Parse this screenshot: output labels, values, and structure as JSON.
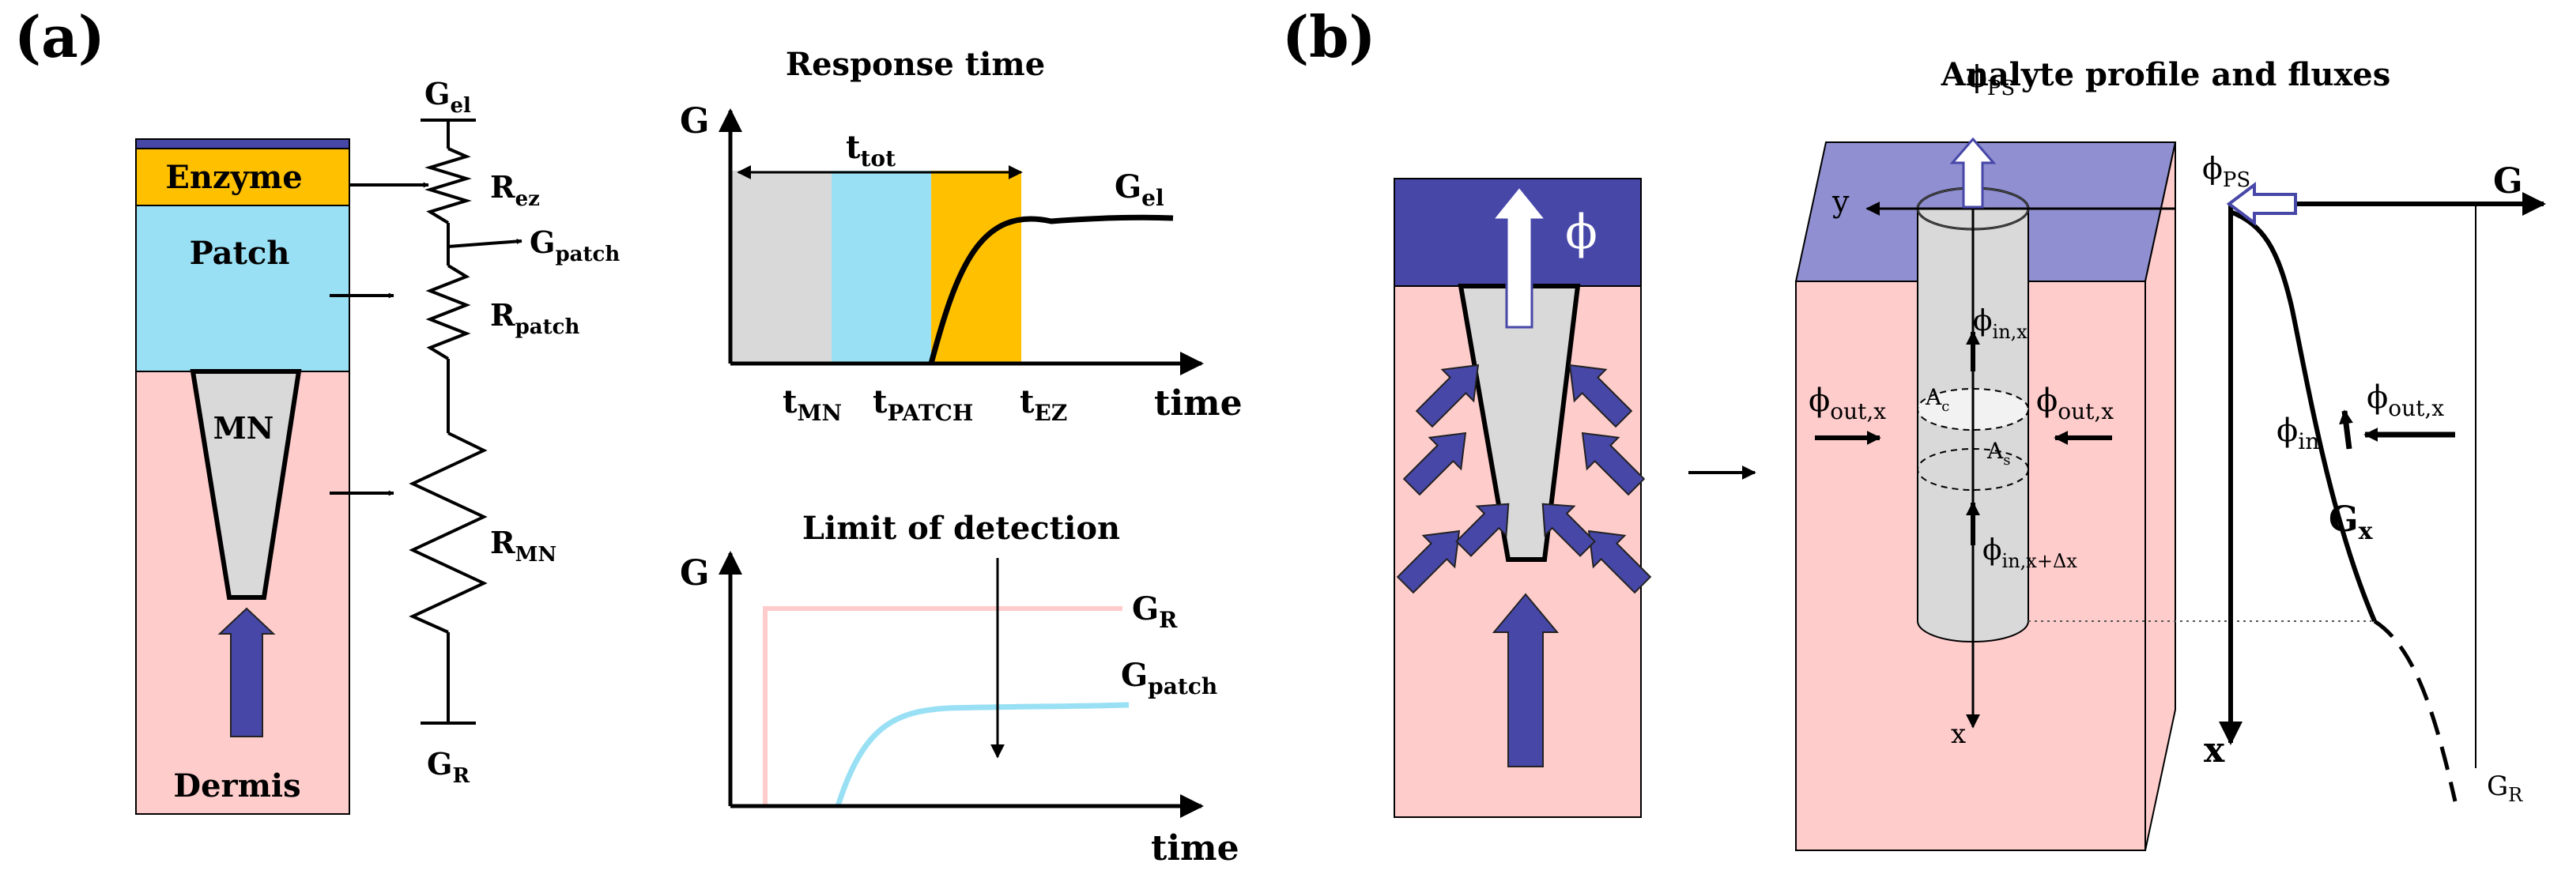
{
  "panel_a": {
    "label": "(a)",
    "layers": {
      "enzyme": "Enzyme",
      "patch": "Patch",
      "mn": "MN",
      "dermis": "Dermis"
    },
    "circuit": {
      "top_node": {
        "main": "G",
        "sub": "el"
      },
      "bottom_node": {
        "main": "G",
        "sub": "R"
      },
      "r_ez": {
        "main": "R",
        "sub": "ez"
      },
      "g_patch": {
        "main": "G",
        "sub": "patch"
      },
      "r_patch": {
        "main": "R",
        "sub": "patch"
      },
      "r_mn": {
        "main": "R",
        "sub": "MN"
      }
    },
    "response_chart": {
      "title": "Response time",
      "ylabel": "G",
      "xlabel": "time",
      "span_label": {
        "main": "t",
        "sub": "tot"
      },
      "curve_label": {
        "main": "G",
        "sub": "el"
      },
      "ticks": [
        {
          "main": "t",
          "sub": "MN"
        },
        {
          "main": "t",
          "sub": "PATCH"
        },
        {
          "main": "t",
          "sub": "EZ"
        }
      ],
      "band_colors": [
        "#d9d9d9",
        "#99e0f5",
        "#ffc000"
      ]
    },
    "lod_chart": {
      "title": "Limit of detection",
      "ylabel": "G",
      "xlabel": "time",
      "ref_label": {
        "main": "G",
        "sub": "R"
      },
      "patch_label": {
        "main": "G",
        "sub": "patch"
      }
    }
  },
  "panel_b": {
    "label": "(b)",
    "block_label": "ϕ",
    "title": "Analyte profile and fluxes",
    "flux_ps": {
      "main": "ϕ",
      "sub": "PS"
    },
    "flux_in_x": {
      "main": "ϕ",
      "sub": "in,x"
    },
    "flux_in_xdx": {
      "main": "ϕ",
      "sub": "in,x+Δx"
    },
    "flux_out_left": {
      "main": "ϕ",
      "sub": "out,x"
    },
    "flux_out_right": {
      "main": "ϕ",
      "sub": "out,x"
    },
    "area_c": {
      "main": "A",
      "sub": "c"
    },
    "area_s": {
      "main": "A",
      "sub": "s"
    },
    "axis_y": "y",
    "axis_x": "x",
    "profile": {
      "flux_ps": {
        "main": "ϕ",
        "sub": "PS"
      },
      "g_axis": "G",
      "x_axis": "x",
      "flux_out": {
        "main": "ϕ",
        "sub": "out,x"
      },
      "flux_in": {
        "main": "ϕ",
        "sub": "in"
      },
      "g_x": {
        "main": "G",
        "sub": "x"
      },
      "g_r": {
        "main": "G",
        "sub": "R"
      }
    }
  }
}
